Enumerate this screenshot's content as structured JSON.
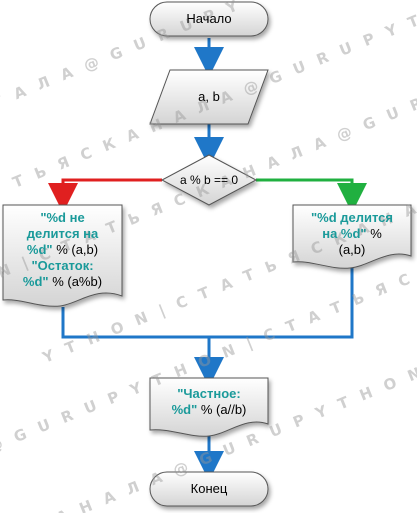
{
  "watermark": "GURUPYTHON | СТАТЬЯ С КАНАЛА @",
  "watermark_segments": [
    "Г А Л А @ G U R U P Y",
    "Т Ь Я С К А Н А Л А @ G U R U P Y T H O N",
    "N | С Т А Т Ь Я С К А Н А Л А @ G U R U P",
    "Y T H O N | С Т А Т Ь Я С К А Н А Л А",
    "@ G U R U P Y T H O N | С Т А Т Ь Я С К А Н",
    "К А Н А Л А @ G U R U P Y T H O N | С Т А Т"
  ],
  "nodes": {
    "start": "Начало",
    "input": "a, b",
    "condition": "a % b == 0",
    "no_branch": {
      "l1_str": "\"%d не",
      "l2_str": "делится на",
      "l3_str": "%d\"",
      "l3_rest": " % (a,b)",
      "l4_str": "\"Остаток:",
      "l5_str": "%d\"",
      "l5_rest": " % (a%b)"
    },
    "yes_branch": {
      "l1_str": "\"%d делится",
      "l2_str": "на %d\"",
      "l2_rest": " %",
      "l3_rest": "(a,b)"
    },
    "quotient": {
      "l1_str": "\"Частное:",
      "l2_str": "%d\"",
      "l2_rest": " % (a//b)"
    },
    "end": "Конец"
  },
  "colors": {
    "shape_fill_top": "#ffffff",
    "shape_fill_bottom": "#dcdcdc",
    "shape_stroke": "#555555",
    "flow_arrow": "#1f77c8",
    "no_arrow": "#e02020",
    "yes_arrow": "#20b040",
    "string_text": "#1a9a9a"
  }
}
